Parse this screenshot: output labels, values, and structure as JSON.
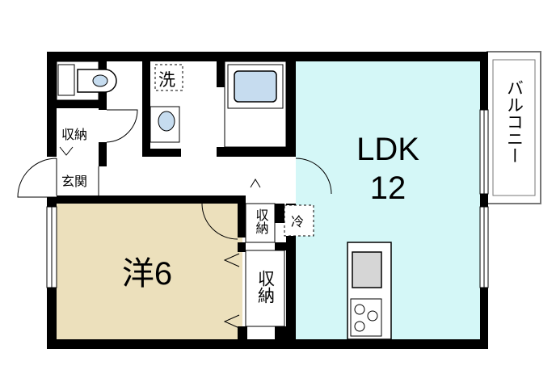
{
  "colors": {
    "wall": "#000000",
    "ldk_fill": "#d4f7f7",
    "western_room_fill": "#ece0bc",
    "balcony_outline": "#777777",
    "fixture_blue": "#c6dcef",
    "fixture_gray": "#d6d6d6"
  },
  "rooms": {
    "ldk": {
      "label": "LDK",
      "size": "12"
    },
    "western_room": {
      "label": "洋6"
    },
    "balcony": {
      "label": "バルコニー"
    },
    "entrance": {
      "label": "玄関"
    },
    "entrance_closet": {
      "label": "収納"
    },
    "washroom": {
      "label": "洗"
    },
    "hall_closet": {
      "label": "収納"
    },
    "room_closet": {
      "label": "収納"
    },
    "fridge_space": {
      "label": "冷"
    }
  },
  "fixtures": {
    "toilet": "toilet-icon",
    "bathtub": "bathtub-icon",
    "washbasin": "washbasin-icon",
    "kitchen_sink": "kitchen-sink-icon",
    "stove": "stove-burner-icon"
  }
}
